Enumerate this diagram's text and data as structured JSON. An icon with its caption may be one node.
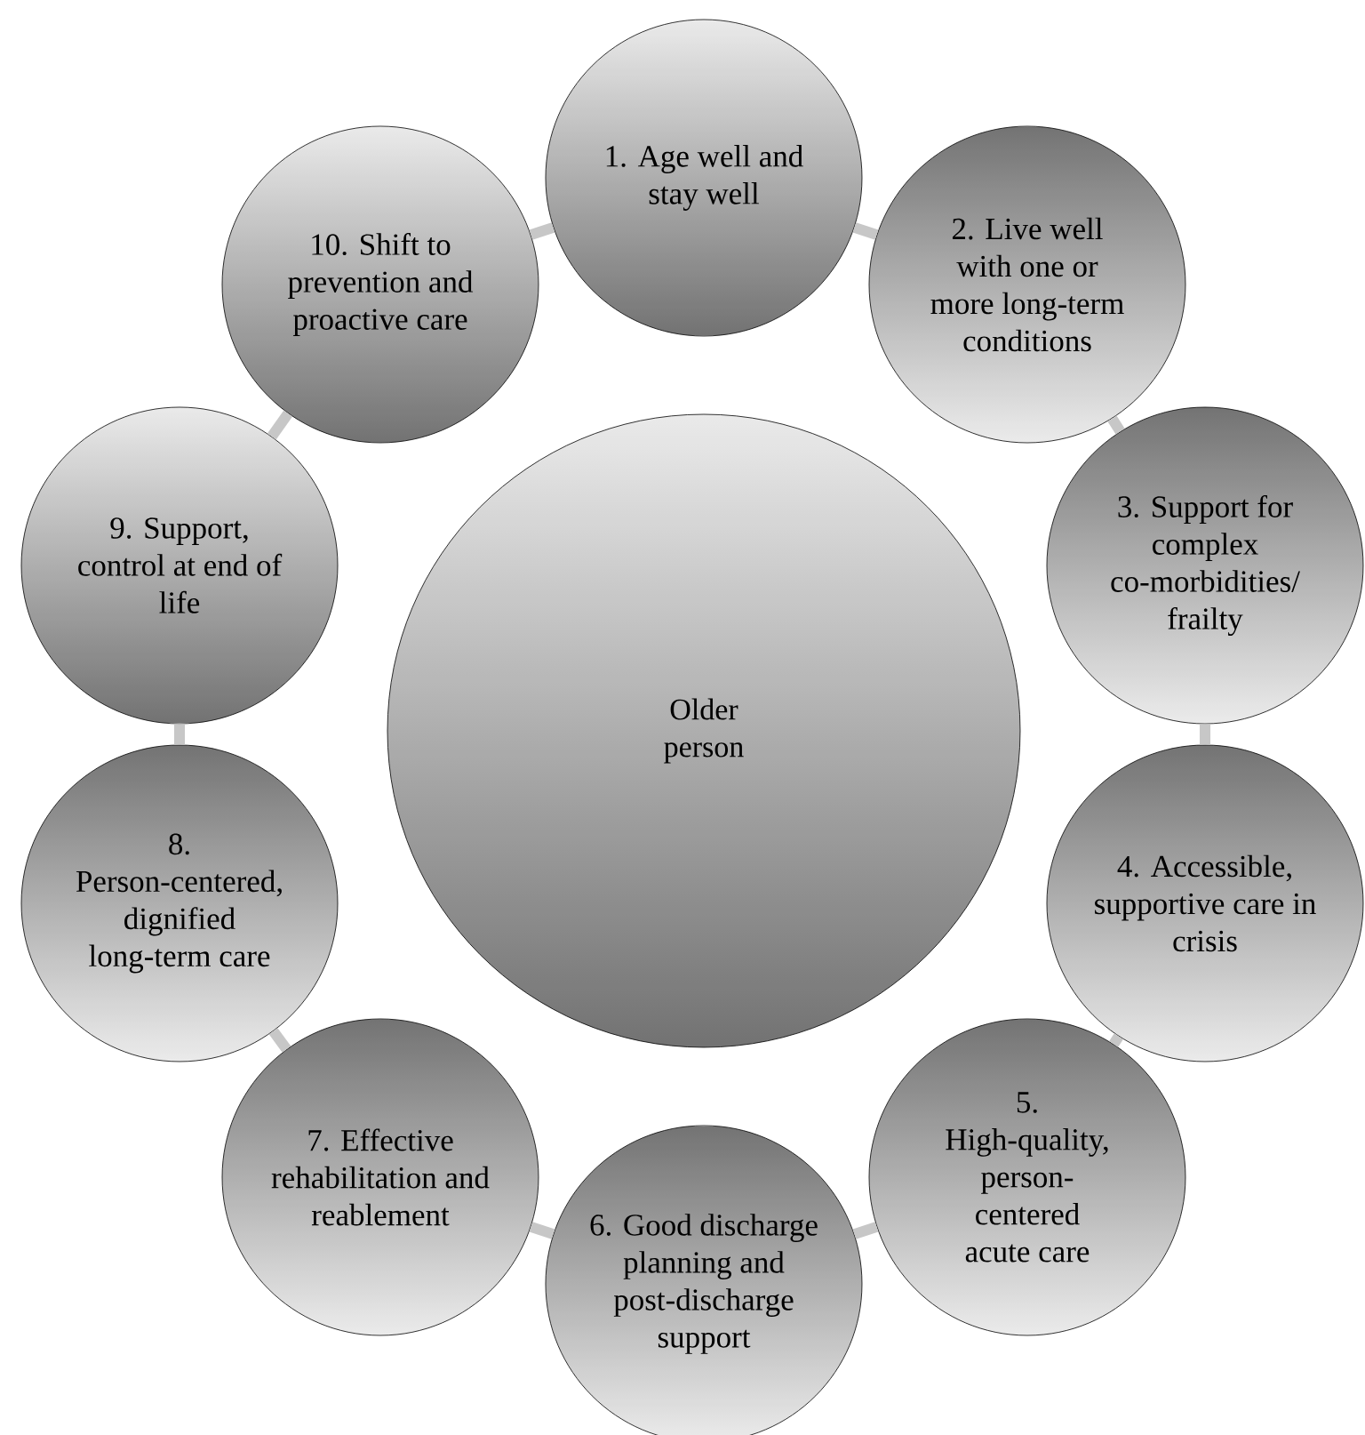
{
  "diagram": {
    "nodes": [
      {
        "text": [
          "Older person"
        ]
      },
      {
        "text": [
          "1. Age well and stay well"
        ]
      },
      {
        "text": [
          "2. Live well with one or more long-term conditions"
        ]
      },
      {
        "text": [
          "3. Support for complex co-morbidities/ frailty"
        ]
      },
      {
        "text": [
          "4. Accessible, supportive care in crisis"
        ]
      },
      {
        "text": [
          "5. High-quality, person-centered acute care"
        ]
      },
      {
        "text": [
          "6. Good discharge planning and post-discharge support"
        ]
      },
      {
        "text": [
          "7. Effective rehabilitation and reablement"
        ]
      },
      {
        "text": [
          "8. Person-centered, dignified long-term care"
        ]
      },
      {
        "text": [
          "9. Support, control at end of life"
        ]
      },
      {
        "text": [
          "10. Shift to prevention and proactive care"
        ]
      }
    ],
    "edges": [
      {
        "from": 1,
        "to": 2,
        "arrow": "none"
      },
      {
        "from": 2,
        "to": 3,
        "arrow": "none"
      },
      {
        "from": 3,
        "to": 4,
        "arrow": "none"
      },
      {
        "from": 4,
        "to": 5,
        "arrow": "none"
      },
      {
        "from": 5,
        "to": 6,
        "arrow": "none"
      },
      {
        "from": 6,
        "to": 7,
        "arrow": "none"
      },
      {
        "from": 7,
        "to": 8,
        "arrow": "none"
      },
      {
        "from": 8,
        "to": 9,
        "arrow": "none"
      },
      {
        "from": 9,
        "to": 10,
        "arrow": "none"
      },
      {
        "from": 10,
        "to": 1,
        "arrow": "none"
      }
    ]
  }
}
